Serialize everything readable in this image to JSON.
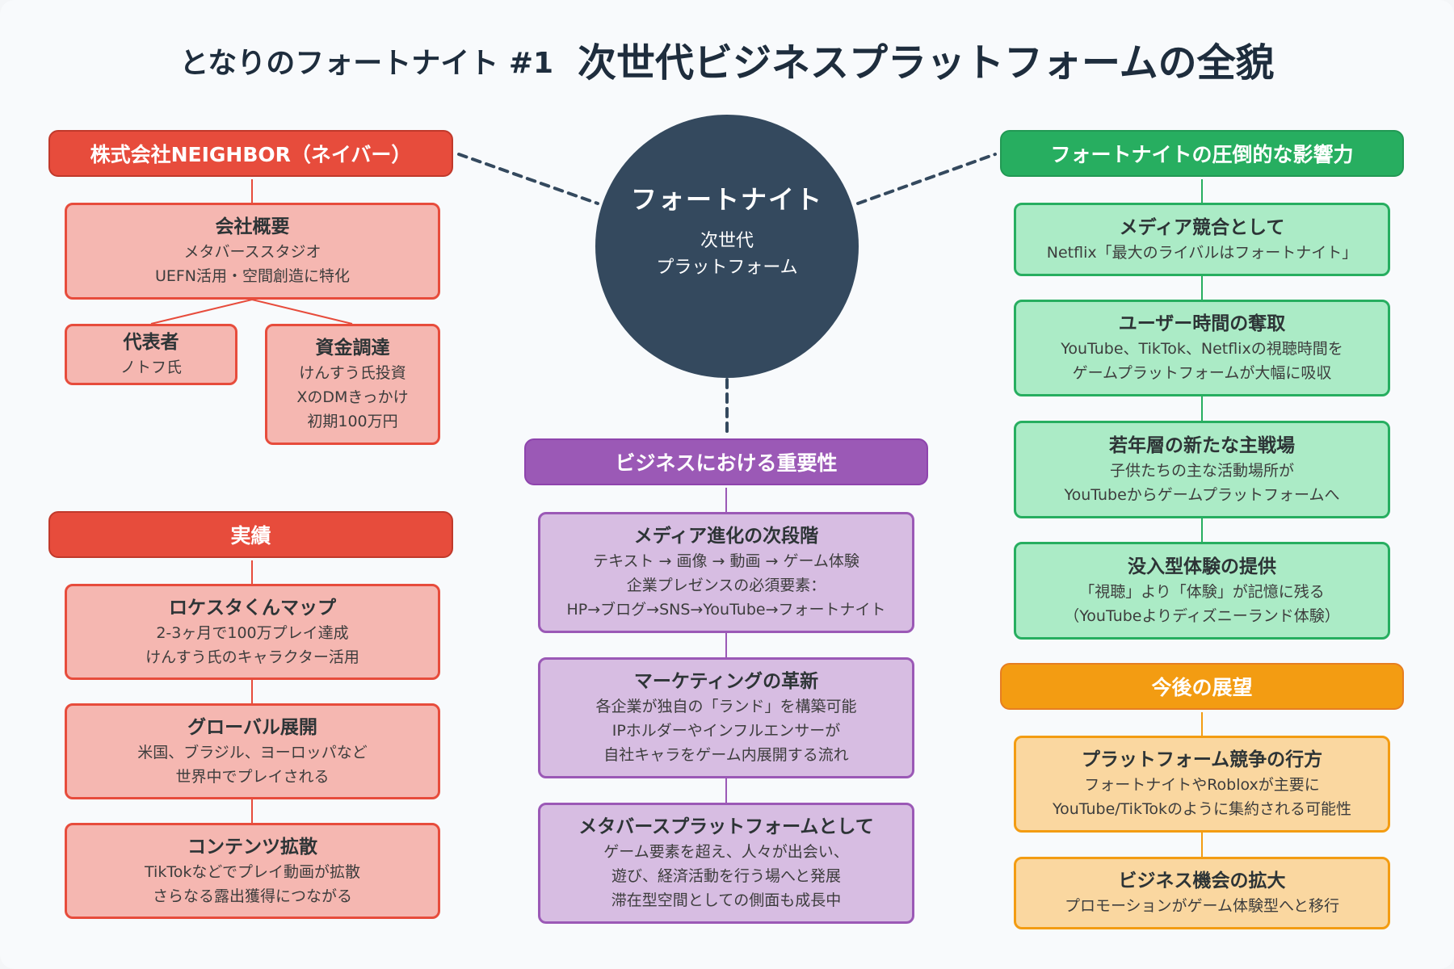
{
  "title": {
    "prefix": "となりのフォートナイト #1",
    "main": "次世代ビジネスプラットフォームの全貌"
  },
  "hub": {
    "title": "フォートナイト",
    "subtitle_lines": [
      "次世代",
      "プラットフォーム"
    ]
  },
  "colors": {
    "company": "#e74c3c",
    "business": "#9b59b6",
    "influence": "#27ae60",
    "outlook": "#f39c12",
    "hub": "#34495e"
  },
  "company": {
    "header": "株式会社NEIGHBOR（ネイバー）",
    "overview": {
      "title": "会社概要",
      "lines": [
        "メタバーススタジオ",
        "UEFN活用・空間創造に特化"
      ]
    },
    "representative": {
      "title": "代表者",
      "lines": [
        "ノトフ氏"
      ]
    },
    "funding": {
      "title": "資金調達",
      "lines": [
        "けんすう氏投資",
        "XのDMきっかけ",
        "初期100万円"
      ]
    }
  },
  "achievements": {
    "header": "実績",
    "items": [
      {
        "title": "ロケスタくんマップ",
        "lines": [
          "2-3ヶ月で100万プレイ達成",
          "けんすう氏のキャラクター活用"
        ]
      },
      {
        "title": "グローバル展開",
        "lines": [
          "米国、ブラジル、ヨーロッパなど",
          "世界中でプレイされる"
        ]
      },
      {
        "title": "コンテンツ拡散",
        "lines": [
          "TikTokなどでプレイ動画が拡散",
          "さらなる露出獲得につながる"
        ]
      }
    ]
  },
  "business": {
    "header": "ビジネスにおける重要性",
    "items": [
      {
        "title": "メディア進化の次段階",
        "lines": [
          "テキスト → 画像 → 動画 → ゲーム体験",
          "企業プレゼンスの必須要素：",
          "HP→ブログ→SNS→YouTube→フォートナイト"
        ]
      },
      {
        "title": "マーケティングの革新",
        "lines": [
          "各企業が独自の「ランド」を構築可能",
          "IPホルダーやインフルエンサーが",
          "自社キャラをゲーム内展開する流れ"
        ]
      },
      {
        "title": "メタバースプラットフォームとして",
        "lines": [
          "ゲーム要素を超え、人々が出会い、",
          "遊び、経済活動を行う場へと発展",
          "滞在型空間としての側面も成長中"
        ]
      }
    ]
  },
  "influence": {
    "header": "フォートナイトの圧倒的な影響力",
    "items": [
      {
        "title": "メディア競合として",
        "lines": [
          "Netflix「最大のライバルはフォートナイト」"
        ]
      },
      {
        "title": "ユーザー時間の奪取",
        "lines": [
          "YouTube、TikTok、Netflixの視聴時間を",
          "ゲームプラットフォームが大幅に吸収"
        ]
      },
      {
        "title": "若年層の新たな主戦場",
        "lines": [
          "子供たちの主な活動場所が",
          "YouTubeからゲームプラットフォームへ"
        ]
      },
      {
        "title": "没入型体験の提供",
        "lines": [
          "「視聴」より「体験」が記憶に残る",
          "（YouTubeよりディズニーランド体験）"
        ]
      }
    ]
  },
  "outlook": {
    "header": "今後の展望",
    "items": [
      {
        "title": "プラットフォーム競争の行方",
        "lines": [
          "フォートナイトやRobloxが主要に",
          "YouTube/TikTokのように集約される可能性"
        ]
      },
      {
        "title": "ビジネス機会の拡大",
        "lines": [
          "プロモーションがゲーム体験型へと移行"
        ]
      }
    ]
  }
}
